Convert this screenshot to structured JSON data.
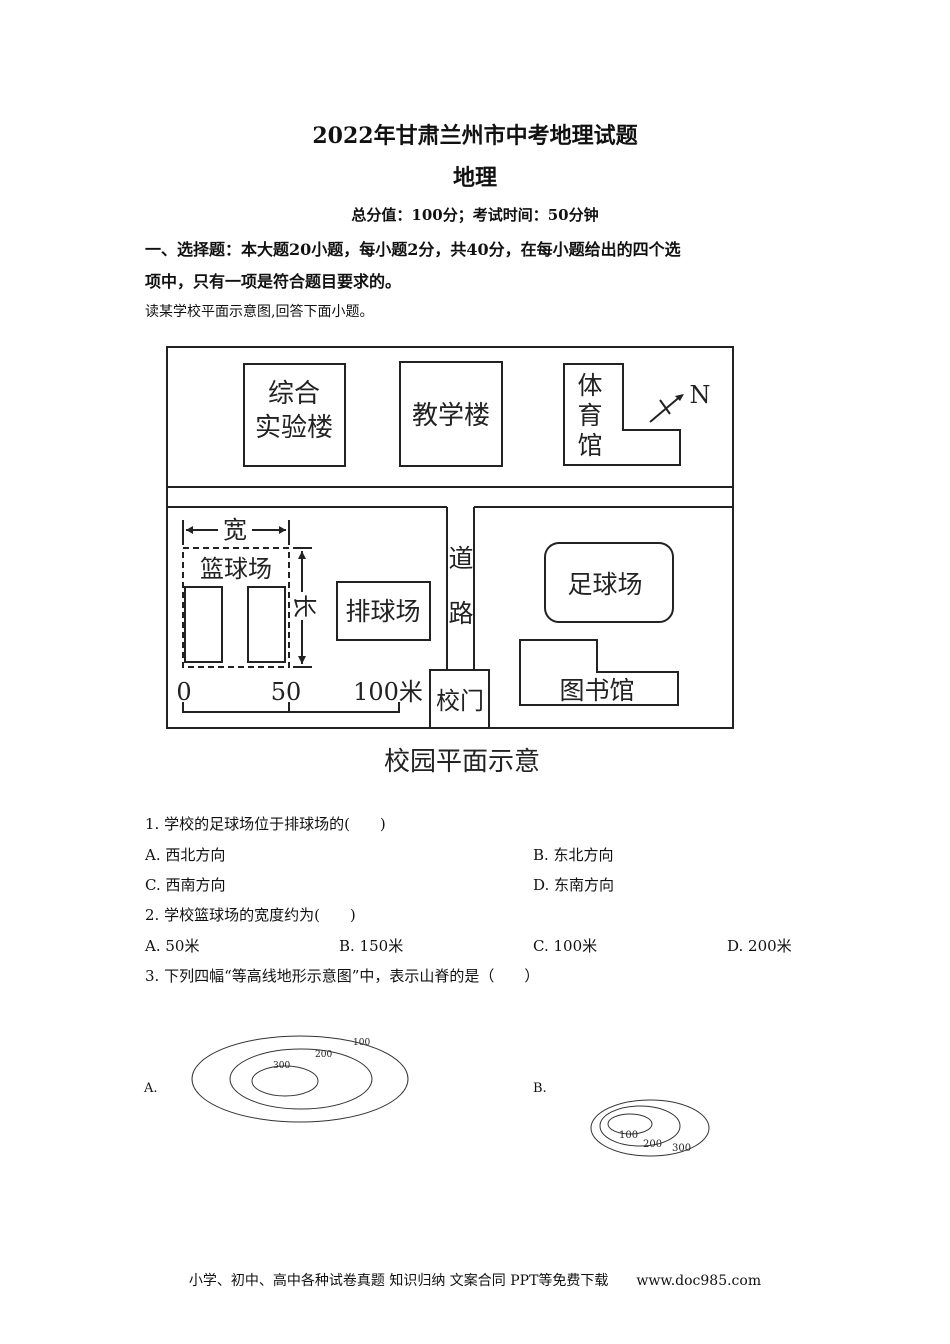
{
  "header": {
    "title": "2022年甘肃兰州市中考地理试题",
    "subject": "地理",
    "info": "总分值：100分；考试时间：50分钟"
  },
  "section": {
    "line1": "一、选择题：本大题20小题，每小题2分，共40分，在每小题给出的四个选",
    "line2": "项中，只有一项是符合题目要求的。"
  },
  "intro": "读某学校平面示意图,回答下面小题。",
  "map": {
    "buildings": [
      "综合",
      "实验楼",
      "教学楼",
      "体",
      "育",
      "馆",
      "道",
      "路",
      "篮球场",
      "排球场",
      "足球场",
      "图书馆",
      "校门"
    ],
    "north": "N",
    "width_label": "宽",
    "length_label": "长",
    "scale": [
      "0",
      "50",
      "100米"
    ],
    "caption": "校园平面示意"
  },
  "questions": [
    {
      "stem": "1. 学校的足球场位于排球场的(　　)",
      "options": [
        "A. 西北方向",
        "B. 东北方向",
        "C. 西南方向",
        "D. 东南方向"
      ]
    },
    {
      "stem": "2. 学校篮球场的宽度约为(　　)",
      "options": [
        "A. 50米",
        "B. 150米",
        "C. 100米",
        "D. 200米"
      ]
    },
    {
      "stem": "3. 下列四幅“等高线地形示意图”中，表示山脊的是（　　）",
      "options": [
        "A.",
        "B."
      ]
    }
  ],
  "contours": {
    "a": [
      "100",
      "200",
      "300"
    ],
    "b": [
      "100",
      "200",
      "300"
    ]
  },
  "footer": "小学、初中、高中各种试卷真题 知识归纳 文案合同 PPT等免费下载　　www.doc985.com"
}
